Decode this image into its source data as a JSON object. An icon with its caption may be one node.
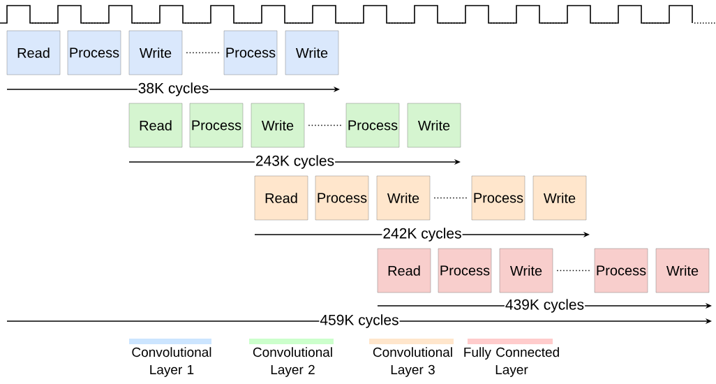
{
  "diagram": {
    "nodes": [
      {
        "text": [
          "Read"
        ]
      },
      {
        "text": [
          "Process"
        ]
      },
      {
        "text": [
          "Write"
        ]
      },
      {
        "text": [
          "Process"
        ]
      },
      {
        "text": [
          "Write"
        ]
      },
      {
        "text": [
          "Read"
        ]
      },
      {
        "text": [
          "Process"
        ]
      },
      {
        "text": [
          "Write"
        ]
      },
      {
        "text": [
          "Process"
        ]
      },
      {
        "text": [
          "Write"
        ]
      },
      {
        "text": [
          "Read"
        ]
      },
      {
        "text": [
          "Process"
        ]
      },
      {
        "text": [
          "Write"
        ]
      },
      {
        "text": [
          "Process"
        ]
      },
      {
        "text": [
          "Write"
        ]
      },
      {
        "text": [
          "Read"
        ]
      },
      {
        "text": [
          "Process"
        ]
      },
      {
        "text": [
          "Write"
        ]
      },
      {
        "text": [
          "Process"
        ]
      },
      {
        "text": [
          "Write"
        ]
      }
    ],
    "edges": [
      {
        "from": 2,
        "to": 3,
        "arrow": "none",
        "style": "dashed"
      },
      {
        "from": 7,
        "to": 8,
        "arrow": "none",
        "style": "dashed"
      },
      {
        "from": 12,
        "to": 13,
        "arrow": "none",
        "style": "dashed"
      },
      {
        "from": 17,
        "to": 18,
        "arrow": "none",
        "style": "dashed"
      }
    ],
    "labels": [
      "38K cycles",
      "243K cycles",
      "242K cycles",
      "439K cycles",
      "459K cycles"
    ],
    "legend": [
      {
        "text": "Convolutional Layer 1",
        "color": "#cce5ff"
      },
      {
        "text": "Convolutional Layer 2",
        "color": "#ccffcc"
      },
      {
        "text": "Convolutional Layer 3",
        "color": "#ffe6cc"
      },
      {
        "text": "Fully Connected Layer",
        "color": "#ffcccc"
      }
    ]
  }
}
